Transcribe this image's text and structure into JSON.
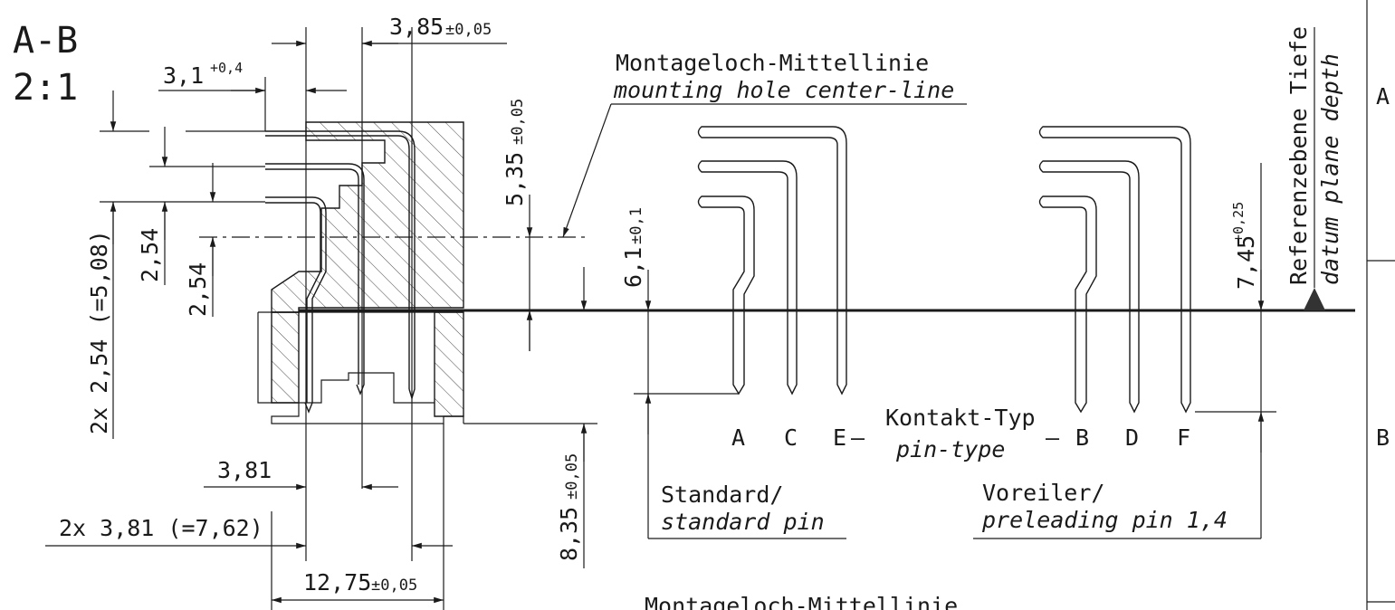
{
  "view": {
    "section_label": "A-B",
    "scale": "2:1"
  },
  "dimensions": {
    "d_3_85": "3,85",
    "d_3_85_tol": "±0,05",
    "d_3_1": "3,1",
    "d_3_1_tol": "+0,4",
    "d_5_35": "5,35",
    "d_5_35_tol": "±0,05",
    "d_2_54_a": "2,54",
    "d_2_54_b": "2,54",
    "d_2x_2_54": "2x 2,54 (=5,08)",
    "d_3_81": "3,81",
    "d_2x_3_81": "2x 3,81 (=7,62)",
    "d_12_75": "12,75",
    "d_12_75_tol": "±0,05",
    "d_8_35": "8,35",
    "d_8_35_tol": "±0,05",
    "d_6_1": "6,1",
    "d_6_1_tol": "±0,1",
    "d_7_45": "7,45",
    "d_7_45_tol": "+0,25"
  },
  "labels": {
    "mounting_de": "Montageloch-Mittellinie",
    "mounting_en": "mounting hole center-line",
    "mounting_de_bottom": "Montageloch-Mittellinie",
    "contact_type_de": "Kontakt-Typ",
    "contact_type_en": "pin-type",
    "standard_de": "Standard/",
    "standard_en": "standard pin",
    "preleading_de": "Voreiler/",
    "preleading_en": "preleading pin 1,4",
    "datum_de": "Referenzebene Tiefe",
    "datum_en": "datum plane depth"
  },
  "pin_types": {
    "standard": [
      "A",
      "C",
      "E"
    ],
    "preleading": [
      "B",
      "D",
      "F"
    ],
    "dash": "—"
  },
  "frame": {
    "zone_a": "A",
    "zone_b": "B"
  }
}
